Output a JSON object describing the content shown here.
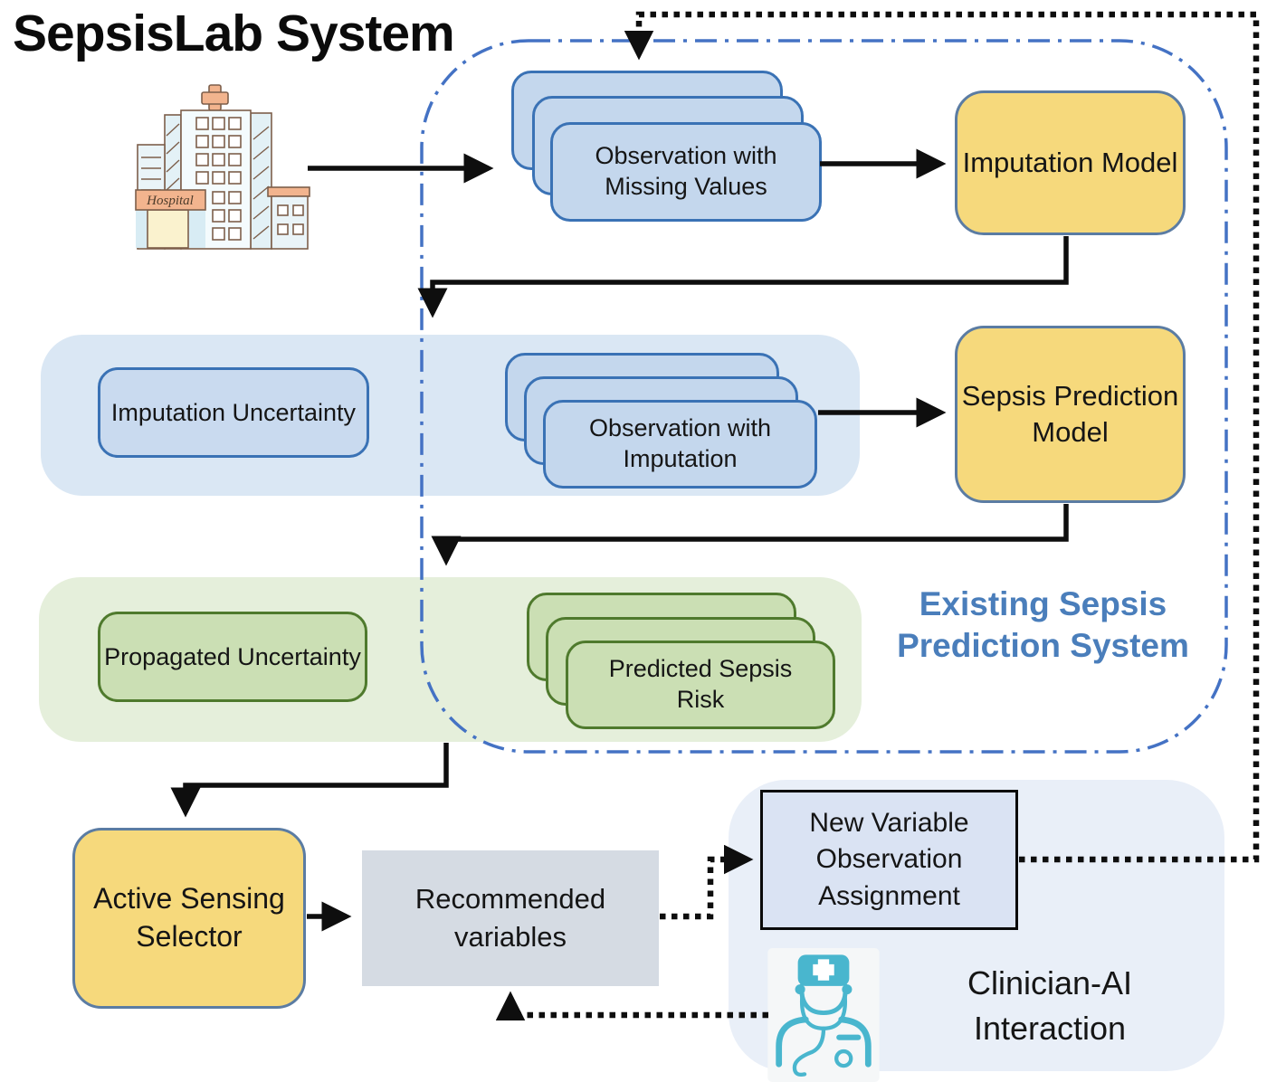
{
  "title": "SepsisLab System",
  "container_label": "Existing Sepsis Prediction System",
  "hospital": {
    "sign": "Hospital"
  },
  "pipeline": {
    "obs_missing": {
      "label": "Observation with Missing Values"
    },
    "imputation_model": {
      "label": "Imputation Model"
    },
    "imputation_uncertainty": {
      "label": "Imputation Uncertainty"
    },
    "obs_imputed": {
      "label": "Observation with Imputation"
    },
    "sepsis_model": {
      "label": "Sepsis Prediction Model"
    },
    "propagated_uncertainty": {
      "label": "Propagated Uncertainty"
    },
    "predicted_risk": {
      "label": "Predicted Sepsis Risk"
    }
  },
  "active_sensing": {
    "label": "Active Sensing Selector"
  },
  "recommended": {
    "label": "Recommended variables"
  },
  "new_variable": {
    "label": "New Variable Observation Assignment"
  },
  "clinician": {
    "label": "Clinician-AI Interaction"
  },
  "colors": {
    "accent_blue": "#4472c4",
    "label_blue": "#4a7ebb",
    "yellow_fill": "#f6d97c",
    "yellow_border": "#5b7ca3",
    "blue_card_fill": "#c4d7ed",
    "blue_unc_fill": "#c9daef",
    "blue_card_border": "#3a72b5",
    "blue_band": "#dae7f4",
    "green_card_fill": "#cbdfb4",
    "green_card_border": "#4f7a2d",
    "green_band": "#e5efdb",
    "gray_fill": "#d5dbe3",
    "newvar_fill": "#dae3f3",
    "clinician_band": "#e9eff8",
    "clinician_icon": "#49b6ce"
  }
}
